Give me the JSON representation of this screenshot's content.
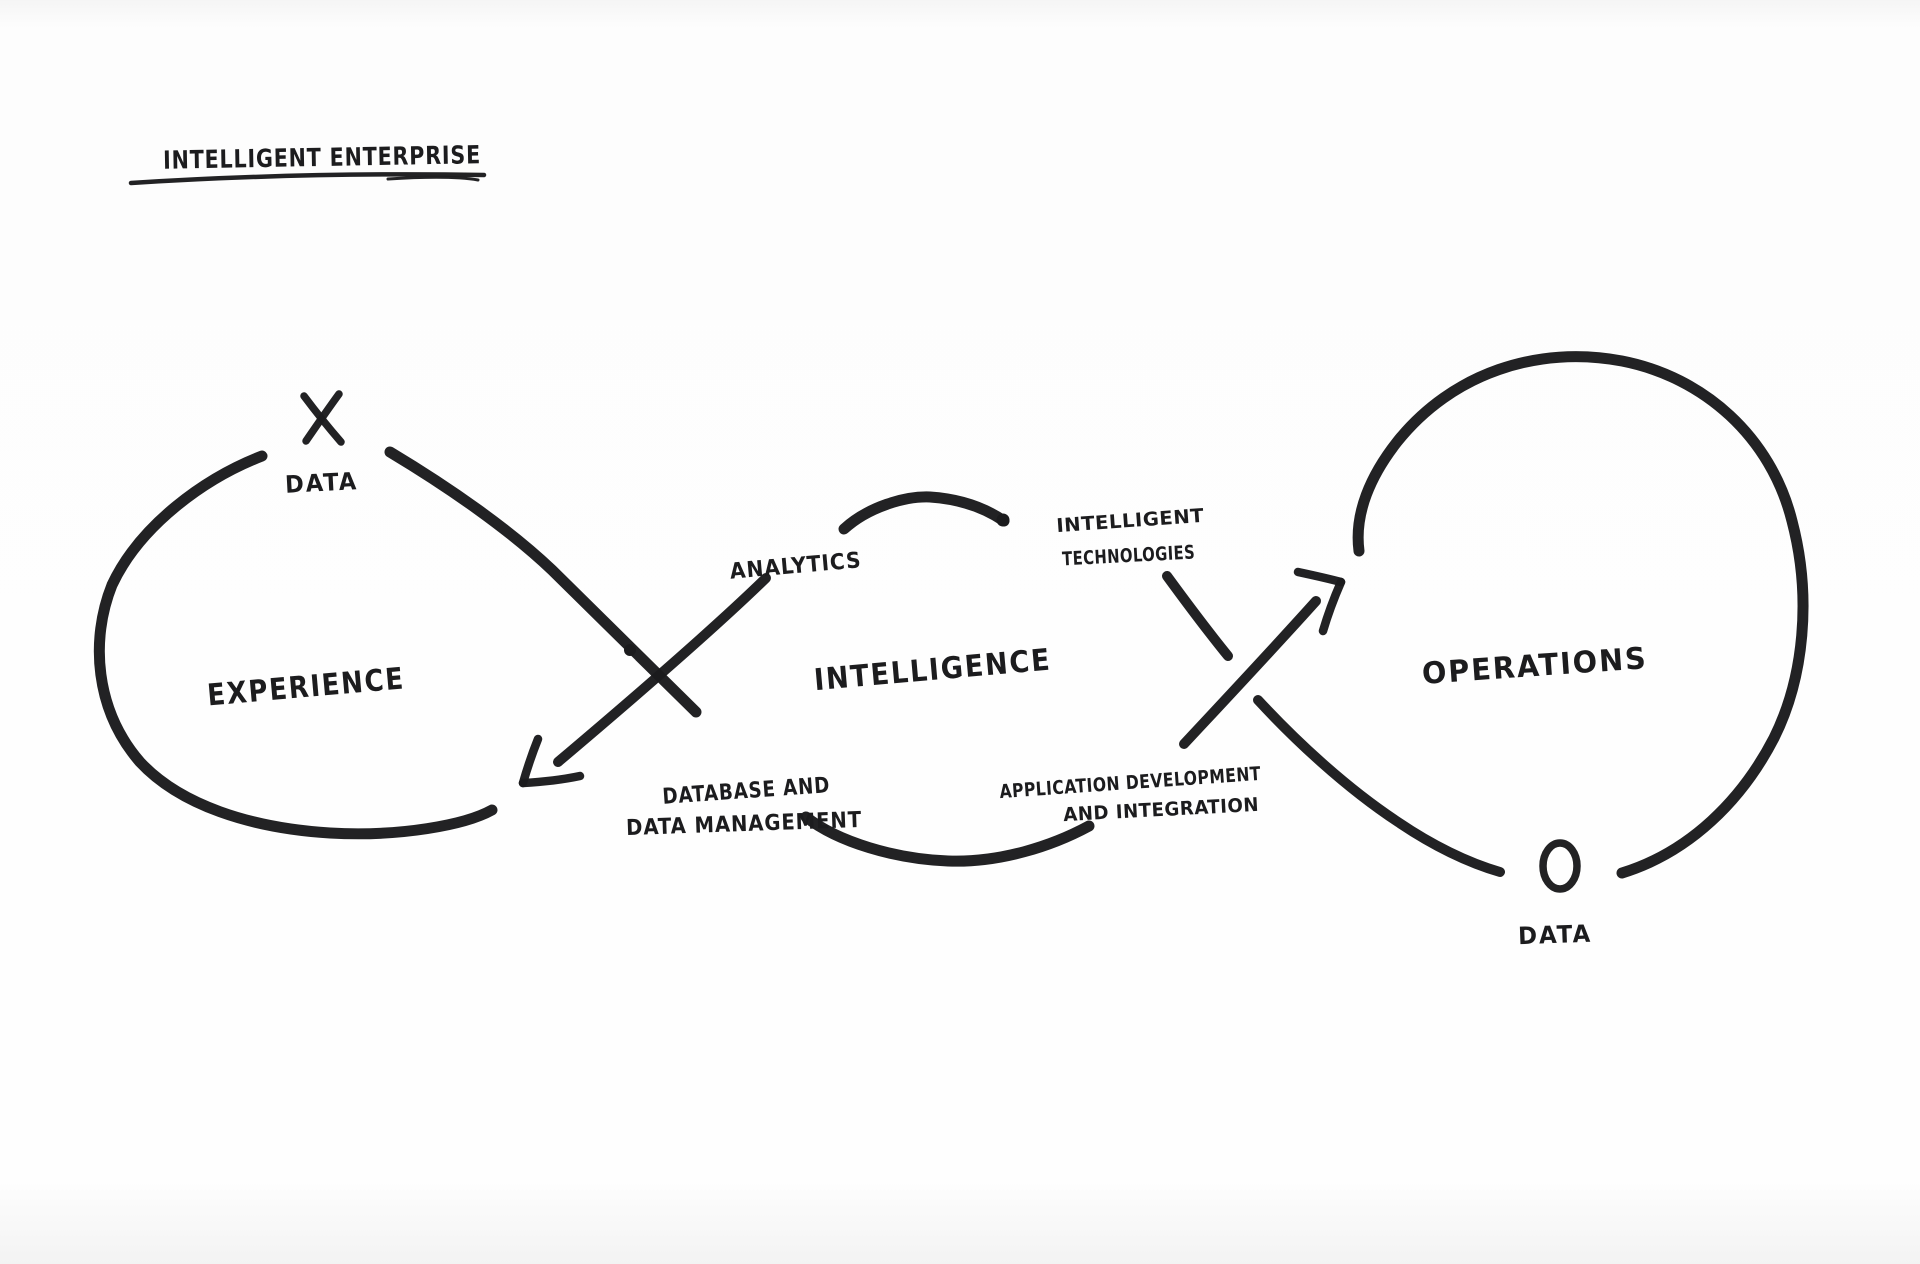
{
  "sketch": {
    "title": "INTELLIGENT ENTERPRISE",
    "loops": {
      "experience": {
        "label": "EXPERIENCE",
        "marker": "X",
        "data_caption": "DATA"
      },
      "intelligence": {
        "label": "INTELLIGENCE"
      },
      "operations": {
        "label": "OPERATIONS",
        "marker": "O",
        "data_caption": "DATA"
      }
    },
    "annotations": {
      "analytics": "ANALYTICS",
      "intelligent_technologies_line1": "INTELLIGENT",
      "intelligent_technologies_line2": "TECHNOLOGIES",
      "database_line1": "DATABASE AND",
      "database_line2": "DATA MANAGEMENT",
      "application_line1": "APPLICATION DEVELOPMENT",
      "application_line2": "AND INTEGRATION"
    },
    "icons": {
      "experience_marker": "x-mark-icon",
      "operations_marker": "o-mark-icon",
      "left_flow_arrow": "arrow-into-experience-icon",
      "right_flow_arrow": "arrow-into-operations-icon"
    },
    "colors": {
      "ink": "#1b1b1d",
      "paper": "#fdfdfd"
    }
  }
}
